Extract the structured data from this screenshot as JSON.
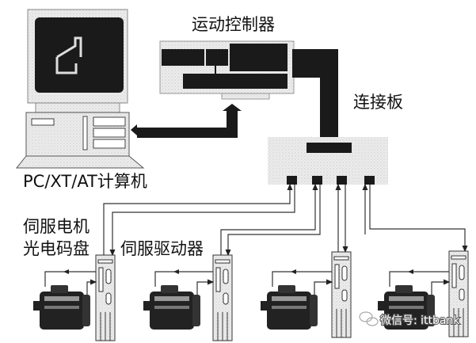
{
  "diagram": {
    "controller_label": "运动控制器",
    "connection_board_label": "连接板",
    "computer_label": "PC/XT/AT计算机",
    "motor_encoder_label_line1": "伺服电机",
    "motor_encoder_label_line2": "光电码盘",
    "servo_driver_label": "伺服驱动器",
    "axis_count": 4
  },
  "watermark": {
    "icon": "wechat-icon",
    "text": "微信号: ittbank"
  }
}
